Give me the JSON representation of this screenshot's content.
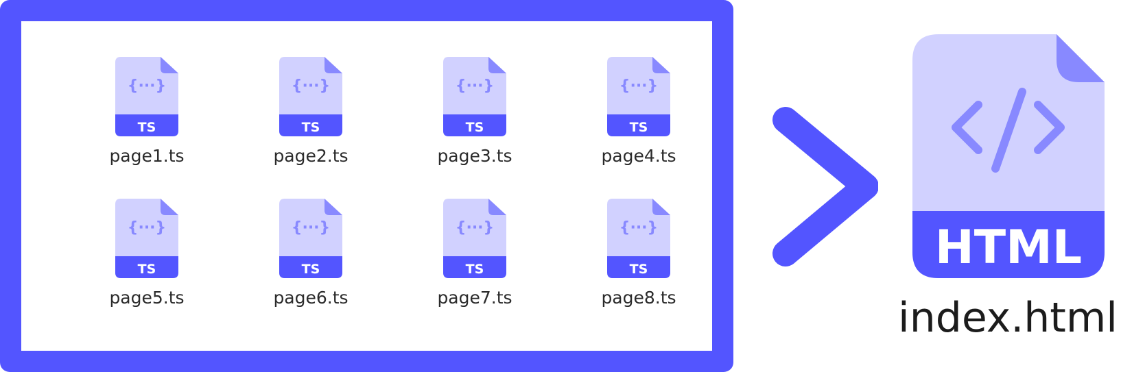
{
  "colors": {
    "accent": "#5355ff",
    "file_light": "#d1d1ff",
    "file_mid": "#8889ff"
  },
  "source_files": [
    {
      "name": "page1.ts",
      "badge": "TS",
      "icon": "typescript-file-icon"
    },
    {
      "name": "page2.ts",
      "badge": "TS",
      "icon": "typescript-file-icon"
    },
    {
      "name": "page3.ts",
      "badge": "TS",
      "icon": "typescript-file-icon"
    },
    {
      "name": "page4.ts",
      "badge": "TS",
      "icon": "typescript-file-icon"
    },
    {
      "name": "page5.ts",
      "badge": "TS",
      "icon": "typescript-file-icon"
    },
    {
      "name": "page6.ts",
      "badge": "TS",
      "icon": "typescript-file-icon"
    },
    {
      "name": "page7.ts",
      "badge": "TS",
      "icon": "typescript-file-icon"
    },
    {
      "name": "page8.ts",
      "badge": "TS",
      "icon": "typescript-file-icon"
    }
  ],
  "arrow": {
    "icon": "chevron-right-icon"
  },
  "output_file": {
    "name": "index.html",
    "badge": "HTML",
    "icon": "html-file-icon"
  }
}
